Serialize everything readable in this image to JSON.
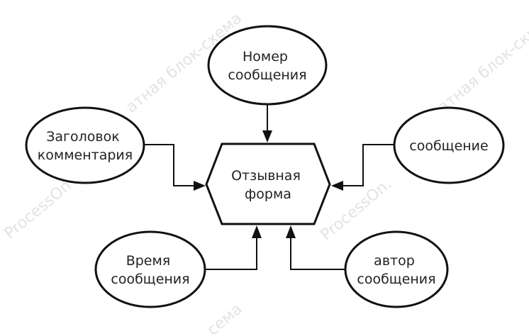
{
  "colors": {
    "stroke": "#111111",
    "text": "#222222",
    "watermark": "#e3e3e3",
    "background": "#ffffff"
  },
  "watermark": {
    "brand": "ProcessOn",
    "brand_cut": "ProcessOn.",
    "tagline": "атная блок-схема",
    "tagline_short": "атная блок-ски",
    "tagline_tail": "сема"
  },
  "nodes": {
    "center": {
      "lines": [
        "Отзывная",
        "форма"
      ]
    },
    "number": {
      "lines": [
        "Номер",
        "сообщения"
      ]
    },
    "header": {
      "lines": [
        "Заголовок",
        "комментария"
      ]
    },
    "message": {
      "lines": [
        "сообщение"
      ]
    },
    "time": {
      "lines": [
        "Время",
        "сообщения"
      ]
    },
    "author": {
      "lines": [
        "автор",
        "сообщения"
      ]
    }
  }
}
